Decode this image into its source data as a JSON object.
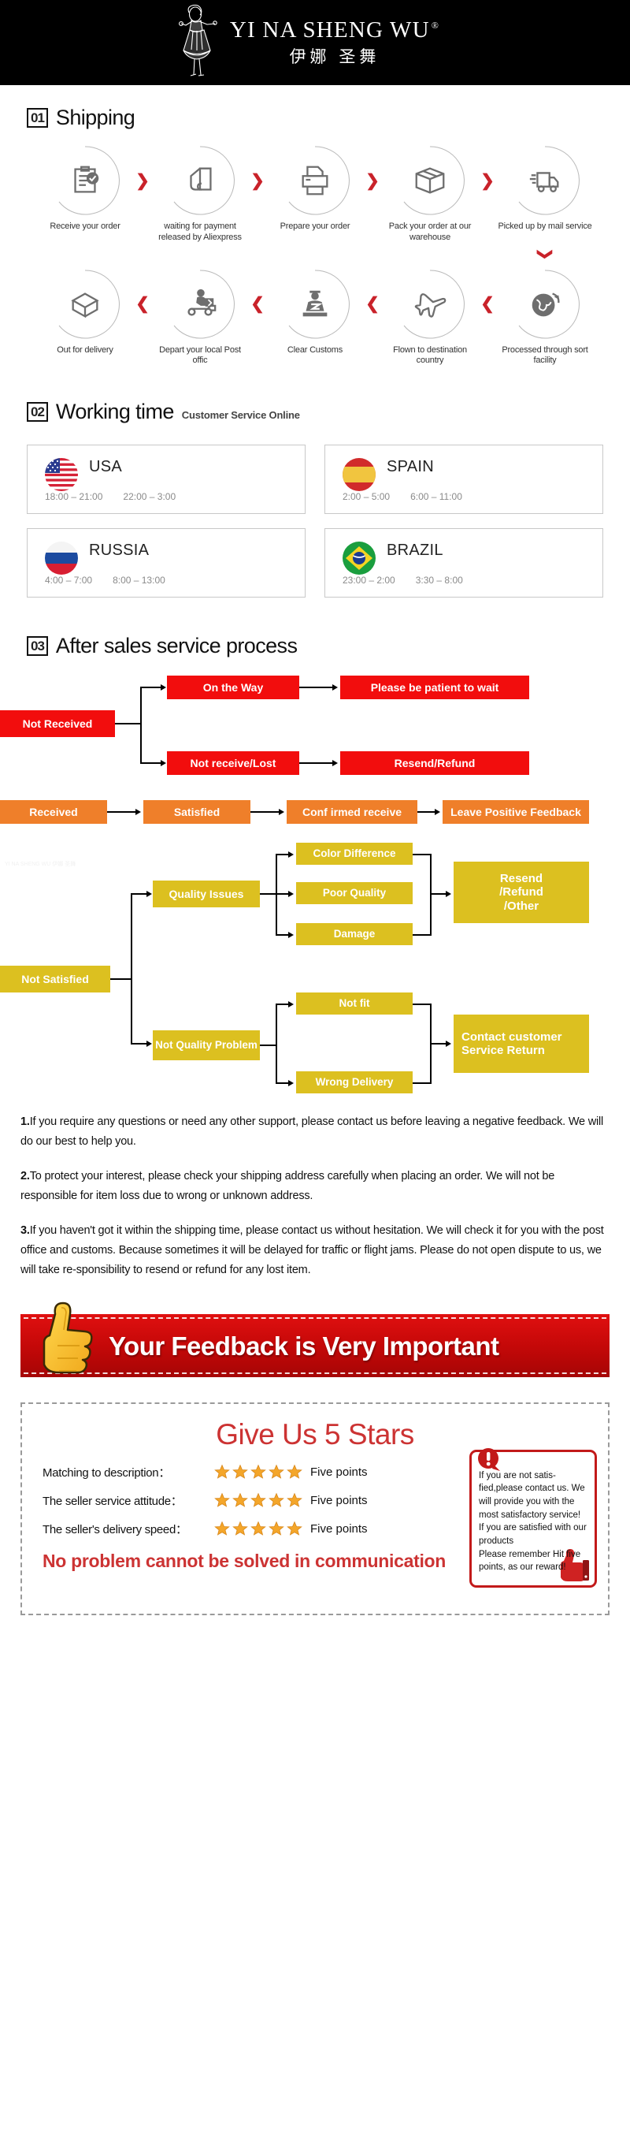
{
  "brand": {
    "name_en": "YI NA SHENG WU",
    "registered_mark": "®",
    "name_cn": "伊娜 圣舞",
    "logo_icon": "dancer-logo-icon",
    "background": "#000000"
  },
  "shipping": {
    "number": "01",
    "title": "Shipping",
    "arrow_forward": "❯",
    "arrow_back": "❮",
    "arrow_down": "❯",
    "accent_color": "#c9222a",
    "row1": [
      {
        "icon": "clipboard-check-icon",
        "label": "Receive your order"
      },
      {
        "icon": "hand-card-icon",
        "label": "waiting for payment released by Aliexpress"
      },
      {
        "icon": "printer-icon",
        "label": "Prepare your order"
      },
      {
        "icon": "box-icon",
        "label": "Pack your order at our warehouse"
      },
      {
        "icon": "truck-icon",
        "label": "Picked up by mail service"
      }
    ],
    "row2": [
      {
        "icon": "open-box-icon",
        "label": "Out  for delivery"
      },
      {
        "icon": "scooter-courier-icon",
        "label": "Depart your local Post offic"
      },
      {
        "icon": "customs-officer-icon",
        "label": "Clear Customs"
      },
      {
        "icon": "airplane-icon",
        "label": "Flown to destination country"
      },
      {
        "icon": "globe-icon",
        "label": "Processed through sort facility"
      }
    ]
  },
  "working_time": {
    "number": "02",
    "title": "Working time",
    "subtitle": "Customer Service Online",
    "cards": [
      {
        "flag": "usa-flag-icon",
        "country": "USA",
        "slot1": "18:00 – 21:00",
        "slot2": "22:00 – 3:00"
      },
      {
        "flag": "spain-flag-icon",
        "country": "SPAIN",
        "slot1": "2:00 – 5:00",
        "slot2": "6:00 – 11:00"
      },
      {
        "flag": "russia-flag-icon",
        "country": "RUSSIA",
        "slot1": "4:00 – 7:00",
        "slot2": "8:00 – 13:00"
      },
      {
        "flag": "brazil-flag-icon",
        "country": "BRAZIL",
        "slot1": "23:00 – 2:00",
        "slot2": "3:30 – 8:00"
      }
    ]
  },
  "after_sales": {
    "number": "03",
    "title": "After sales service process",
    "colors": {
      "red": "#f20d0d",
      "orange": "#ef7f2a",
      "yellow": "#dcc020"
    },
    "watermark": "YI NA SHENG WU 伊娜 圣舞",
    "red_flow": {
      "root": "Not Received",
      "branch1": "On the Way",
      "branch1_result": "Please be patient to wait",
      "branch2": "Not receive/Lost",
      "branch2_result": "Resend/Refund"
    },
    "orange_flow": [
      "Received",
      "Satisfied",
      "Conf irmed receive",
      "Leave Positive Feedback"
    ],
    "yellow_flow": {
      "root": "Not Satisfied",
      "group1": "Quality Issues",
      "group1_items": [
        "Color Difference",
        "Poor Quality",
        "Damage"
      ],
      "group1_result": "Resend\n/Refund\n/Other",
      "group2": "Not Quality Problem",
      "group2_items": [
        "Not fit",
        "Wrong Delivery"
      ],
      "group2_result": "Contact customer Service Return"
    }
  },
  "policy": [
    {
      "num": "1.",
      "text": "If you require any questions or need any other support, please contact us before leaving a negative feedback. We will do our best to help you."
    },
    {
      "num": "2.",
      "text": "To protect your interest, please check your shipping address carefully when placing an order. We will not be responsible for item loss due to wrong or unknown address."
    },
    {
      "num": "3.",
      "text": "If you haven't got it within the shipping time, please contact us without hesitation. We will check it for you with the post office and customs. Because sometimes it will be delayed for traffic or flight jams. Please do not open dispute to us, we will take re-sponsibility to resend or refund for any lost item."
    }
  ],
  "feedback_banner": {
    "text": "Your Feedback is Very Important",
    "icon": "thumbs-up-icon",
    "background": "#c40808"
  },
  "stars_panel": {
    "title": "Give Us 5 Stars",
    "title_color": "#cc3333",
    "star_count": 5,
    "star_icon": "star-icon",
    "ratings": [
      {
        "label": "Matching to description：",
        "points": "Five points"
      },
      {
        "label": "The seller service attitude：",
        "points": "Five points"
      },
      {
        "label": "The seller's delivery speed：",
        "points": "Five points"
      }
    ],
    "closing": "No problem cannot be solved in communication",
    "warning": {
      "icon": "exclamation-icon",
      "thumb_icon": "thumbs-up-red-icon",
      "text": "If you are not satis-fied,please contact us. We will provide you with the most satisfactory service!\nIf you are satisfied with our products\nPlease remember Hit five points, as our reward!"
    }
  }
}
